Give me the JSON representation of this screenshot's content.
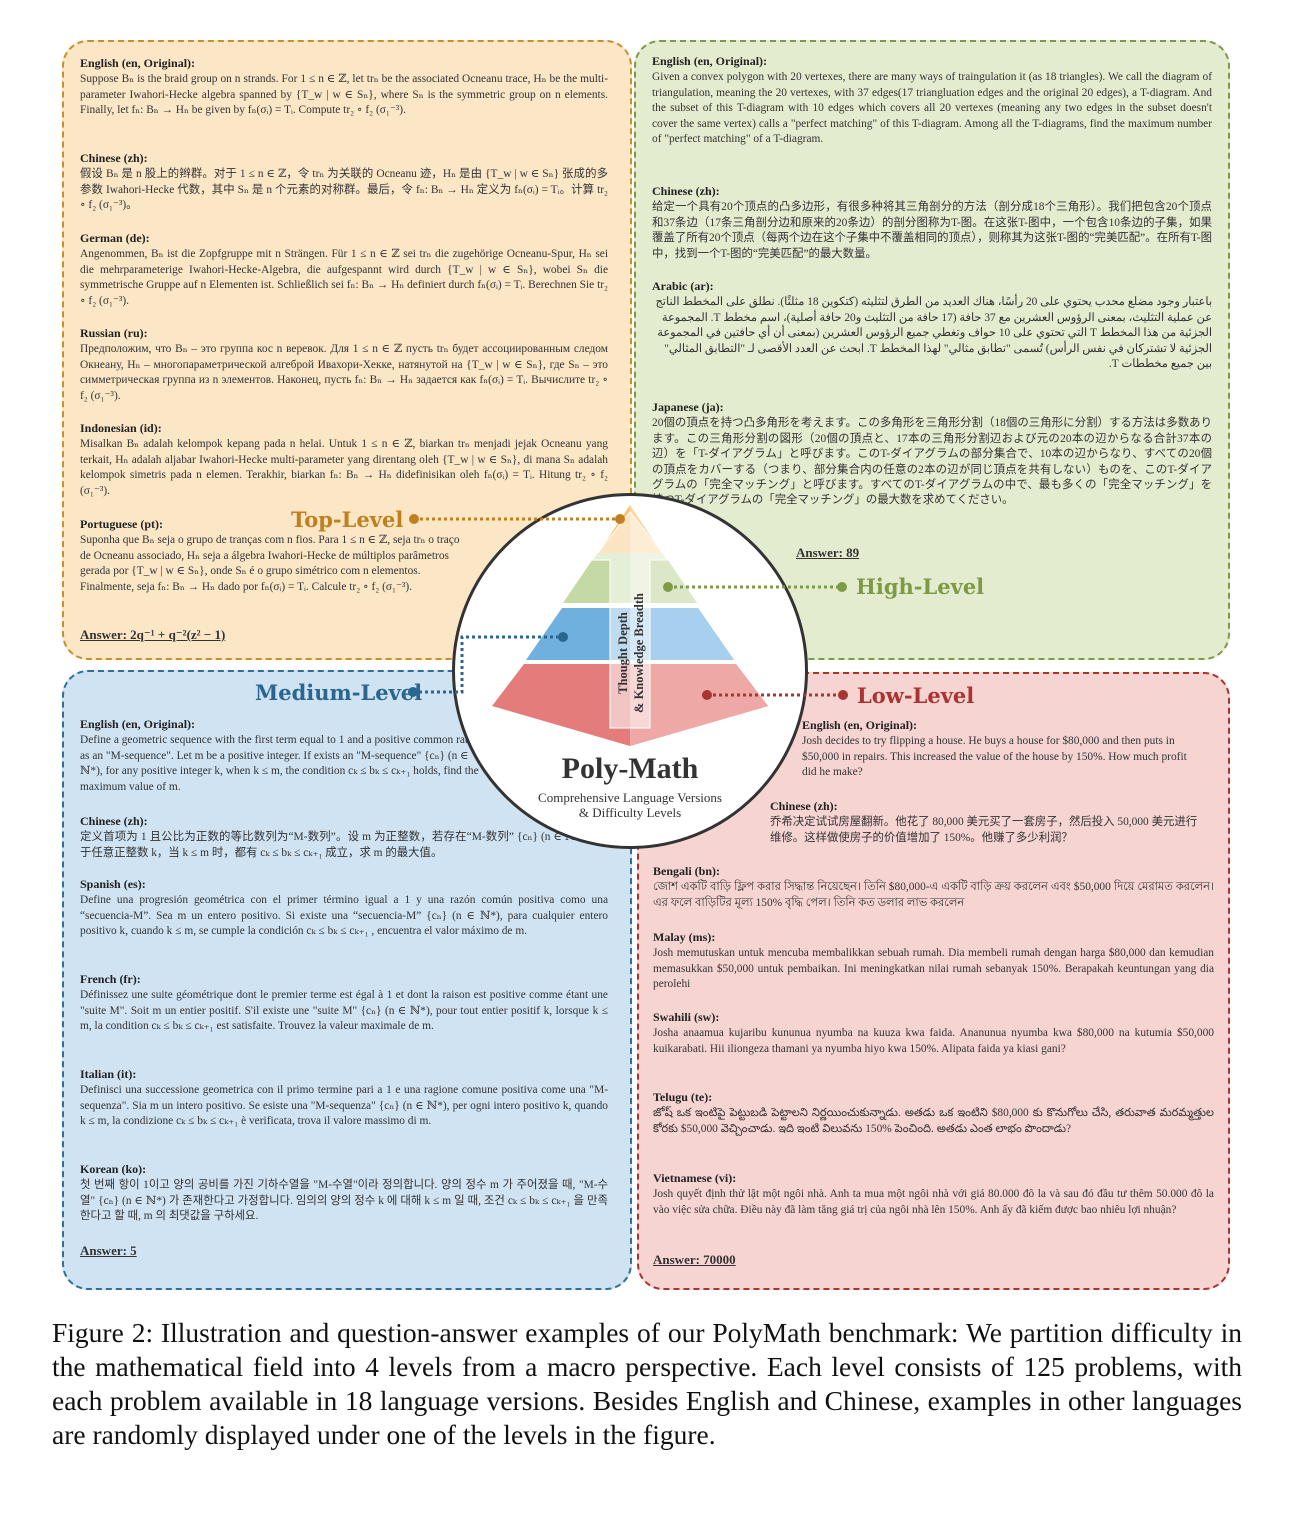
{
  "top": {
    "en_h": "English (en, Original):",
    "en_t": "Suppose Bₙ is the braid group on n strands. For 1 ≤ n ∈ ℤ, let trₙ be the associated Ocneanu trace, Hₙ be the multi-parameter Iwahori-Hecke algebra spanned by {T_w | w ∈ Sₙ}, where Sₙ is the symmetric group on n elements. Finally, let fₙ: Bₙ → Hₙ be given by fₙ(σᵢ) = Tᵢ. Compute tr₂ ∘ f₂ (σ₁⁻³).",
    "zh_h": "Chinese (zh):",
    "zh_t": "假设 Bₙ 是 n 股上的辫群。对于 1 ≤ n ∈ ℤ，令 trₙ 为关联的 Ocneanu 迹，Hₙ 是由 {T_w | w ∈ Sₙ} 张成的多参数 Iwahori-Hecke 代数，其中 Sₙ 是 n 个元素的对称群。最后，令 fₙ: Bₙ → Hₙ 定义为 fₙ(σᵢ) = Tᵢ。计算 tr₂ ∘ f₂ (σ₁⁻³)。",
    "de_h": "German (de):",
    "de_t": "Angenommen, Bₙ ist die Zopfgruppe mit n Strängen. Für 1 ≤ n ∈ ℤ sei trₙ die zugehörige Ocneanu-Spur, Hₙ sei die mehrparameterige Iwahori-Hecke-Algebra, die aufgespannt wird durch {T_w | w ∈ Sₙ}, wobei Sₙ die symmetrische Gruppe auf n Elementen ist. Schließlich sei fₙ: Bₙ → Hₙ definiert durch fₙ(σᵢ) = Tᵢ. Berechnen Sie tr₂ ∘ f₂ (σ₁⁻³).",
    "ru_h": "Russian (ru):",
    "ru_t": "Предположим, что Bₙ – это группа кос n веревок. Для 1 ≤ n ∈ ℤ пусть trₙ будет ассоциированным следом Окнеану, Hₙ – многопараметрической алгеброй Ивахори-Хекке, натянутой на {T_w | w ∈ Sₙ}, где Sₙ – это симметрическая группа из n элементов. Наконец, пусть fₙ: Bₙ → Hₙ задается как fₙ(σᵢ) = Tᵢ. Вычислите tr₂ ∘ f₂ (σ₁⁻³).",
    "id_h": "Indonesian (id):",
    "id_t": "Misalkan Bₙ adalah kelompok kepang pada n helai. Untuk 1 ≤ n ∈ ℤ, biarkan trₙ menjadi jejak Ocneanu yang terkait, Hₙ adalah aljabar Iwahori-Hecke multi-parameter yang direntang oleh {T_w | w ∈ Sₙ}, di mana Sₙ adalah kelompok simetris pada n elemen. Terakhir, biarkan fₙ: Bₙ → Hₙ didefinisikan oleh fₙ(σᵢ) = Tᵢ. Hitung tr₂ ∘ f₂ (σ₁⁻³).",
    "pt_h": "Portuguese (pt):",
    "pt_t": "Suponha que Bₙ seja o grupo de tranças com n fios. Para 1 ≤ n ∈ ℤ, seja trₙ o traço de Ocneanu associado, Hₙ seja a álgebra Iwahori-Hecke de múltiplos parâmetros gerada por {T_w | w ∈ Sₙ}, onde Sₙ é o grupo simétrico com n elementos. Finalmente, seja fₙ: Bₙ → Hₙ dado por fₙ(σᵢ) = Tᵢ. Calcule tr₂ ∘ f₂ (σ₁⁻³).",
    "answer": "Answer: 2q⁻¹ + q⁻²(z² − 1)"
  },
  "high": {
    "en_h": "English (en, Original):",
    "en_t": "Given a convex polygon with 20 vertexes, there are many ways of traingulation it (as 18 triangles). We call the diagram of triangulation, meaning the 20 vertexes, with 37 edges(17 triangluation edges and the original 20 edges), a T-diagram. And the subset of this T-diagram with 10 edges which covers all 20 vertexes (meaning any two edges in the subset doesn't cover the same vertex) calls a \"perfect matching\" of this T-diagram. Among all the T-diagrams, find the maximum number of \"perfect matching\" of a T-diagram.",
    "zh_h": "Chinese (zh):",
    "zh_t": "给定一个具有20个顶点的凸多边形，有很多种将其三角剖分的方法（剖分成18个三角形）。我们把包含20个顶点和37条边（17条三角剖分边和原来的20条边）的剖分图称为T-图。在这张T-图中，一个包含10条边的子集，如果覆盖了所有20个顶点（每两个边在这个子集中不覆盖相同的顶点），则称其为这张T-图的“完美匹配”。在所有T-图中，找到一个T-图的“完美匹配”的最大数量。",
    "ar_h": "Arabic (ar):",
    "ar_t": "باعتبار وجود مضلع محدب يحتوي على 20 رأسًا، هناك العديد من الطرق لتثليثه (كتكوين 18 مثلثًا). نطلق على المخطط الناتج عن عملية التثليث، بمعنى الرؤوس العشرين مع 37 حافة (17 حافة من التثليث و20 حافة أصلية)، اسم مخطط T. المجموعة الجزئية من هذا المخطط T التي تحتوي على 10 حواف وتغطي جميع الرؤوس العشرين (بمعنى أن أي حافتين في المجموعة الجزئية لا تشتركان في نفس الرأس) تُسمى \"تطابق مثالي\" لهذا المخطط T. ابحث عن العدد الأقصى لـ \"التطابق المثالي\" بين جميع مخططات T.",
    "ja_h": "Japanese (ja):",
    "ja_t": "20個の頂点を持つ凸多角形を考えます。この多角形を三角形分割（18個の三角形に分割）する方法は多数あります。この三角形分割の図形（20個の頂点と、17本の三角形分割辺および元の20本の辺からなる合計37本の辺）を「T-ダイアグラム」と呼びます。このT-ダイアグラムの部分集合で、10本の辺からなり、すべての20個の頂点をカバーする（つまり、部分集合内の任意の2本の辺が同じ頂点を共有しない）ものを、このT-ダイアグラムの「完全マッチング」と呼びます。すべてのT-ダイアグラムの中で、最も多くの「完全マッチング」を持つT-ダイアグラムの「完全マッチング」の最大数を求めてください。",
    "answer": "Answer: 89"
  },
  "med": {
    "en_h": "English (en, Original):",
    "en_t": "Define a geometric sequence with the first term equal to 1 and a positive common ratio as an \"M-sequence\". Let m be a positive integer. If exists an \"M-sequence\" {cₙ} (n ∈ ℕ*), for any positive integer k, when k ≤ m, the condition cₖ ≤ bₖ ≤ cₖ₊₁ holds, find the maximum value of m.",
    "zh_h": "Chinese (zh):",
    "zh_t": "定义首项为 1 且公比为正数的等比数列为“M-数列”。设 m 为正整数，若存在“M-数列” {cₙ} (n ∈ ℕ*)，对于任意正整数 k，当 k ≤ m 时，都有 cₖ ≤ bₖ ≤ cₖ₊₁ 成立，求 m 的最大值。",
    "es_h": "Spanish (es):",
    "es_t": "Define una progresión geométrica con el primer término igual a 1 y una razón común positiva como una “secuencia-M”. Sea m un entero positivo. Si existe una “secuencia-M” {cₙ} (n ∈ ℕ*), para cualquier entero positivo k, cuando k ≤ m, se cumple la condición cₖ ≤ bₖ ≤ cₖ₊₁ , encuentra el valor máximo de m.",
    "fr_h": "French (fr):",
    "fr_t": "Définissez une suite géométrique dont le premier terme est égal à 1 et dont la raison est positive comme étant une \"suite M\". Soit m un entier positif. S'il existe une \"suite M\" {cₙ} (n ∈ ℕ*), pour tout entier positif k, lorsque k ≤ m, la condition cₖ ≤ bₖ ≤ cₖ₊₁ est satisfaite. Trouvez la valeur maximale de m.",
    "it_h": "Italian (it):",
    "it_t": "Definisci una successione geometrica con il primo termine pari a 1 e una ragione comune positiva come una \"M-sequenza\". Sia m un intero positivo. Se esiste una \"M-sequenza\" {cₙ} (n ∈ ℕ*), per ogni intero positivo k, quando k ≤ m, la condizione cₖ ≤ bₖ ≤ cₖ₊₁ è verificata, trova il valore massimo di m.",
    "ko_h": "Korean (ko):",
    "ko_t": "첫 번째 항이 1이고 양의 공비를 가진 기하수열을 \"M-수열\"이라 정의합니다. 양의 정수 m 가 주어졌을 때, \"M-수열\" {cₙ} (n ∈ ℕ*) 가 존재한다고 가정합니다. 임의의 양의 정수 k 에 대해 k ≤ m 일 때, 조건 cₖ ≤ bₖ ≤ cₖ₊₁ 을 만족한다고 할 때, m 의 최댓값을 구하세요.",
    "answer": "Answer: 5"
  },
  "low": {
    "en_h": "English (en, Original):",
    "en_t": "Josh decides to try flipping a house. He buys a house for $80,000 and then puts in $50,000 in repairs. This increased the value of the house by 150%. How much profit did he make?",
    "zh_h": "Chinese (zh):",
    "zh_t": "乔希决定试试房屋翻新。他花了 80,000 美元买了一套房子，然后投入 50,000 美元进行维修。这样做使房子的价值增加了 150%。他赚了多少利润？",
    "bn_h": "Bengali (bn):",
    "bn_t": "জোশ একটি বাড়ি ফ্লিপ করার সিদ্ধান্ত নিয়েছেন। তিনি $80,000-এ একটি বাড়ি ক্রয় করলেন এবং $50,000 দিয়ে মেরামত করলেন। এর ফলে বাড়িটির মূল্য 150% বৃদ্ধি পেল। তিনি কত ডলার লাভ করলেন",
    "ms_h": "Malay (ms):",
    "ms_t": "Josh memutuskan untuk mencuba membalikkan sebuah rumah. Dia membeli rumah dengan harga $80,000 dan kemudian memasukkan $50,000 untuk pembaikan. Ini meningkatkan nilai rumah sebanyak 150%. Berapakah keuntungan yang dia perolehi",
    "sw_h": "Swahili (sw):",
    "sw_t": "Josha anaamua kujaribu kununua nyumba na kuuza kwa faida. Ananunua nyumba kwa $80,000 na kutumia $50,000 kuikarabati. Hii iliongeza thamani ya nyumba hiyo kwa 150%. Alipata faida ya kiasi gani?",
    "te_h": "Telugu (te):",
    "te_t": "జోష్ ఒక ఇంటిపై పెట్టుబడి పెట్టాలని నిర్ణయించుకున్నాడు. అతడు ఒక ఇంటిని $80,000 కు కొనుగోలు చేసి, తరువాత మరమ్మత్తుల కోరకు $50,000 వెచ్చించాడు. ఇది ఇంటి విలువను 150% పెంచింది. అతడు ఎంత లాభం పొందాడు?",
    "vi_h": "Vietnamese (vi):",
    "vi_t": "Josh quyết định thử lật một ngôi nhà. Anh ta mua một ngôi nhà với giá 80.000 đô la và sau đó đầu tư thêm 50.000 đô la vào việc sửa chữa. Điều này đã làm tăng giá trị của ngôi nhà lên 150%. Anh ấy đã kiếm được bao nhiêu lợi nhuận?",
    "answer": "Answer: 70000"
  },
  "levels": {
    "top": "Top-Level",
    "high": "High-Level",
    "medium": "Medium-Level",
    "low": "Low-Level"
  },
  "center": {
    "title": "Poly-Math",
    "subtitle_1": "Comprehensive Language Versions",
    "subtitle_2": "& Difficulty Levels",
    "arrow_1": "Thought Depth",
    "arrow_2": "& Knowledge Breadth"
  },
  "colors": {
    "top": "#c0801f",
    "high": "#7f9a45",
    "medium": "#2b6690",
    "low": "#a8352f"
  },
  "caption": "Figure 2: Illustration and question-answer examples of our PolyMath benchmark: We partition difficulty in the mathematical field into 4 levels from a macro perspective. Each level consists of 125 problems, with each problem available in 18 language versions. Besides English and Chinese, examples in other languages are randomly displayed under one of the levels in the figure."
}
